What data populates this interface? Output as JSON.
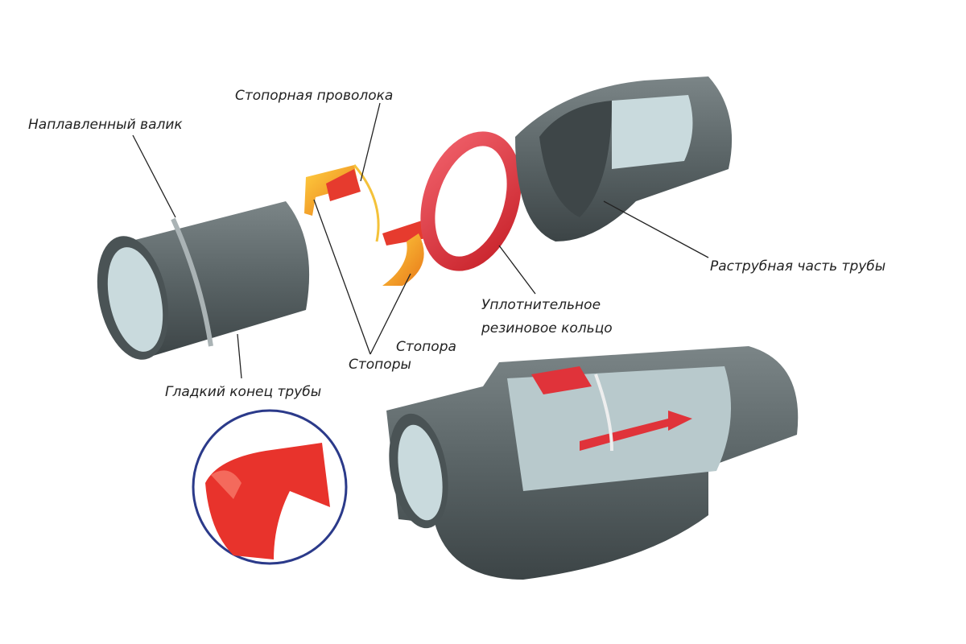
{
  "labels": {
    "weld_bead": "Наплавленный валик",
    "lock_wire": "Стопорная проволока",
    "socket_end": "Раструбная часть трубы",
    "seal_ring_line1": "Уплотнительное",
    "seal_ring_line2": "резиновое   кольцо",
    "stopper_single": "Стопора",
    "stoppers": "Стопоры",
    "spigot_end": "Гладкий конец трубы"
  },
  "colors": {
    "pipe": "#5a6466",
    "pipe_inner": "#c9dadd",
    "ring": "#e0333a",
    "stopper": "#f2a020",
    "text": "#222222"
  }
}
